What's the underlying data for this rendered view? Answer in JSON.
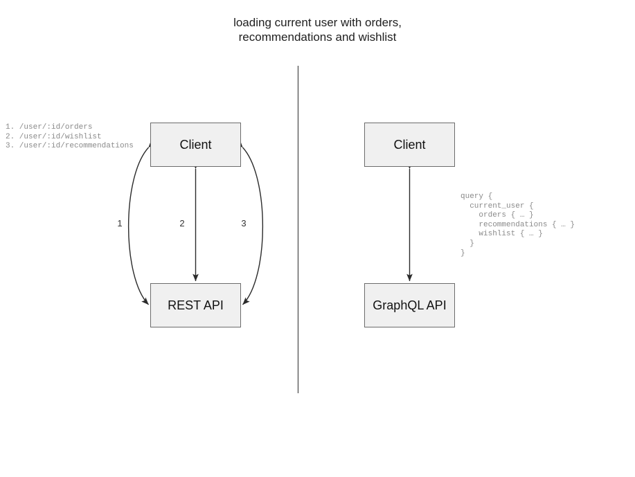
{
  "title": "loading current user with orders,\nrecommendations and wishlist",
  "rest_side": {
    "client_label": "Client",
    "api_label": "REST API",
    "endpoints": "1. /user/:id/orders\n2. /user/:id/wishlist\n3. /user/:id/recommendations",
    "edge_labels": [
      "1",
      "2",
      "3"
    ]
  },
  "graphql_side": {
    "client_label": "Client",
    "api_label": "GraphQL API",
    "query": "query {\n  current_user {\n    orders { … }\n    recommendations { … }\n    wishlist { … }\n  }\n}"
  },
  "colors": {
    "node_fill": "#f0f0f0",
    "node_border": "#6b6b6b",
    "stroke": "#2b2b2b",
    "divider": "#5a5a5a",
    "code_text": "#8a8a8a",
    "background": "#ffffff"
  }
}
